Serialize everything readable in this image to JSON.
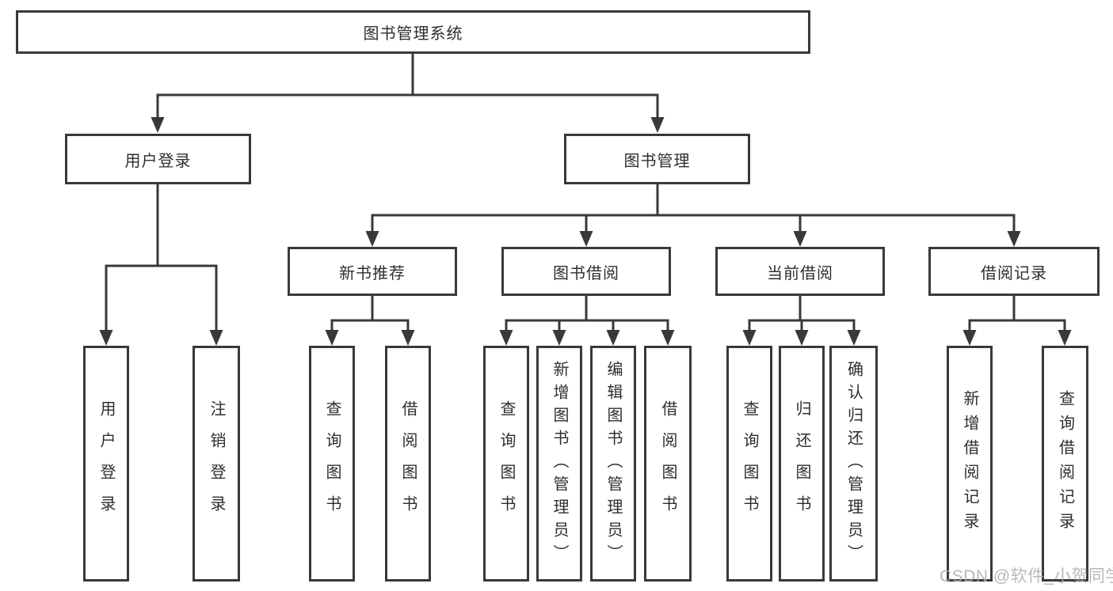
{
  "diagram": {
    "root": {
      "label": "图书管理系统"
    },
    "level2": {
      "user_login": {
        "label": "用户登录"
      },
      "book_mgmt": {
        "label": "图书管理"
      }
    },
    "level3": {
      "new_book_recommend": {
        "label": "新书推荐"
      },
      "book_borrow": {
        "label": "图书借阅"
      },
      "current_borrow": {
        "label": "当前借阅"
      },
      "borrow_records": {
        "label": "借阅记录"
      }
    },
    "leaves": {
      "user_login": [
        "用户登录",
        "注销登录"
      ],
      "new_book_recommend": [
        "查询图书",
        "借阅图书"
      ],
      "book_borrow": [
        "查询图书",
        "新增图书（管理员）",
        "编辑图书（管理员）",
        "借阅图书"
      ],
      "current_borrow": [
        "查询图书",
        "归还图书",
        "确认归还（管理员）"
      ],
      "borrow_records": [
        "新增借阅记录",
        "查询借阅记录"
      ]
    },
    "line_color": "#393939",
    "text_color": "#2e2e2e",
    "box_background": "#ffffff"
  },
  "watermark": {
    "text": "CSDN @软件_小贺同学",
    "color": "#acacac"
  }
}
